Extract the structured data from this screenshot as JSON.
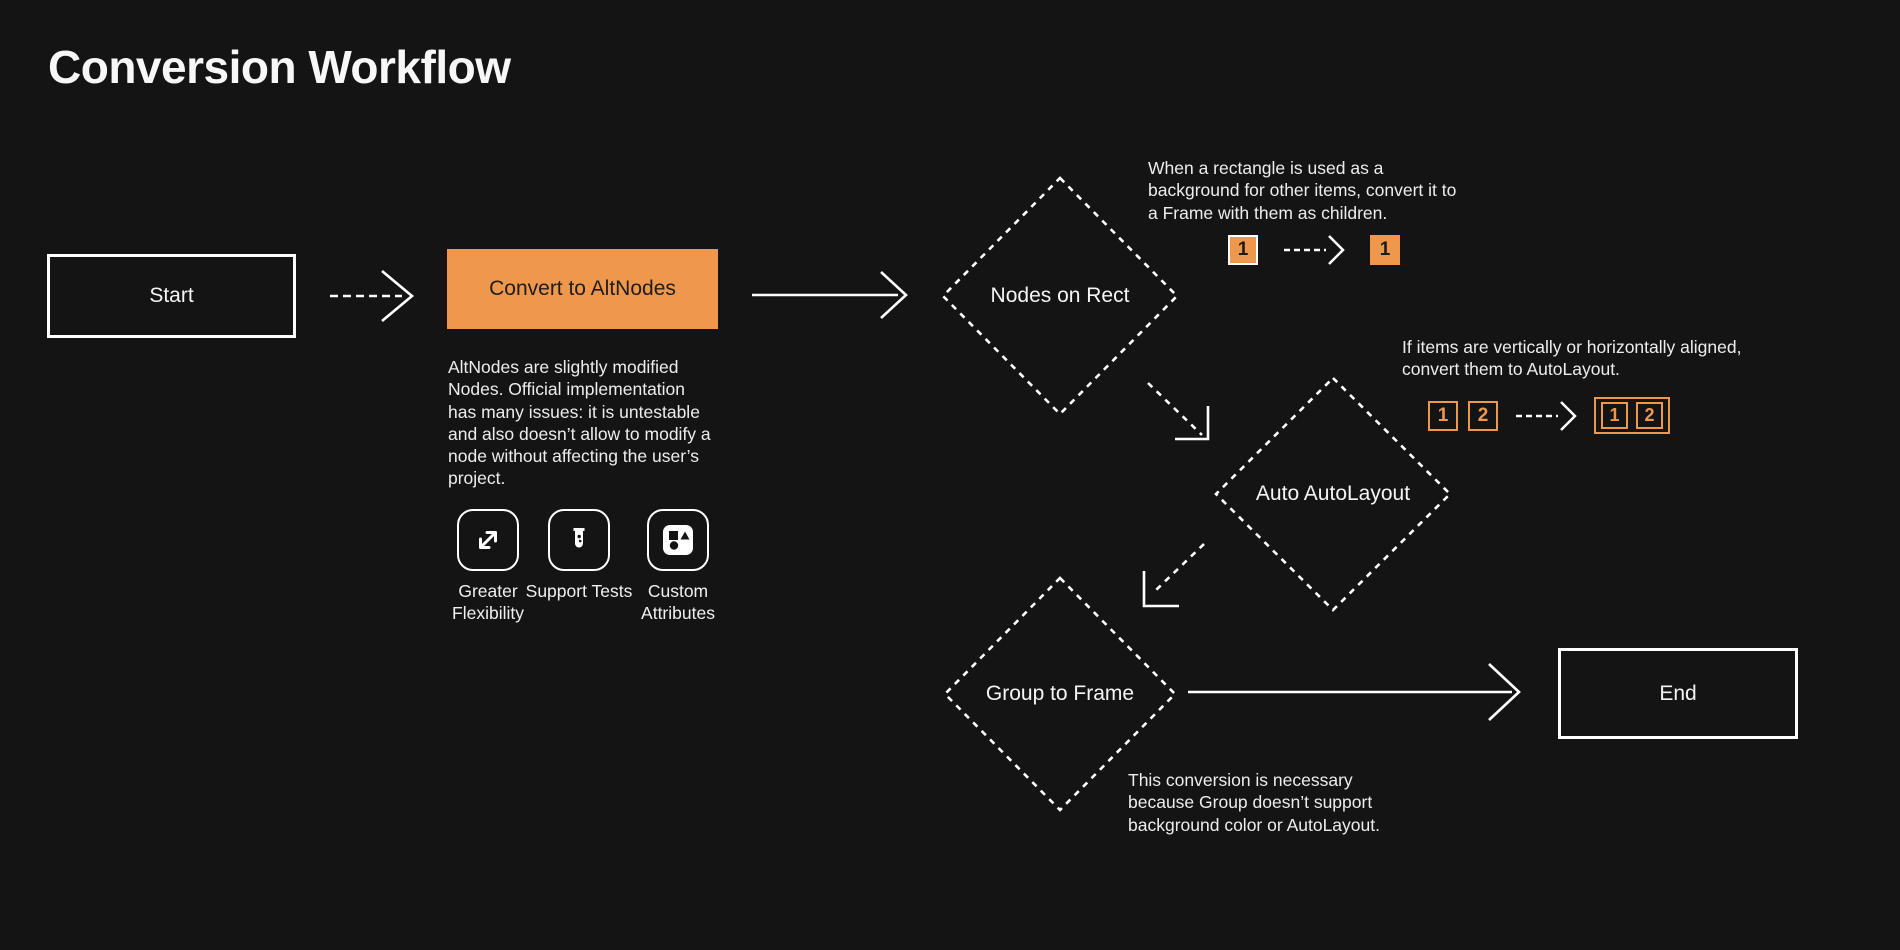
{
  "page": {
    "title": "Conversion Workflow",
    "colors": {
      "background": "#141414",
      "accent": "#EF974C",
      "foreground": "#FFFFFF"
    }
  },
  "flow": {
    "start": {
      "label": "Start"
    },
    "convert": {
      "label": "Convert to AltNodes",
      "description": "AltNodes are slightly modified Nodes. Official implementation has many issues: it is untestable and also doesn’t allow to modify a node without affecting the user’s project.",
      "features": [
        {
          "icon": "expand-arrows-icon",
          "label": "Greater Flexibility"
        },
        {
          "icon": "test-tube-icon",
          "label": "Support Tests"
        },
        {
          "icon": "shapes-icon",
          "label": "Custom Attributes"
        }
      ]
    },
    "decisions": [
      {
        "label": "Nodes on Rect"
      },
      {
        "label": "Auto AutoLayout"
      },
      {
        "label": "Group to Frame"
      }
    ],
    "end": {
      "label": "End"
    }
  },
  "annotations": {
    "nodes_on_rect": {
      "text": "When a rectangle is used as a background for other items, convert it to a Frame with them as children.",
      "before": [
        "1"
      ],
      "after": [
        "1"
      ]
    },
    "auto_autolayout": {
      "text": "If items are vertically or horizontally aligned, convert them to AutoLayout.",
      "before": [
        "1",
        "2"
      ],
      "after": [
        "1",
        "2"
      ]
    },
    "group_to_frame": {
      "text": "This conversion is necessary because Group doesn’t support background color or AutoLayout."
    }
  }
}
